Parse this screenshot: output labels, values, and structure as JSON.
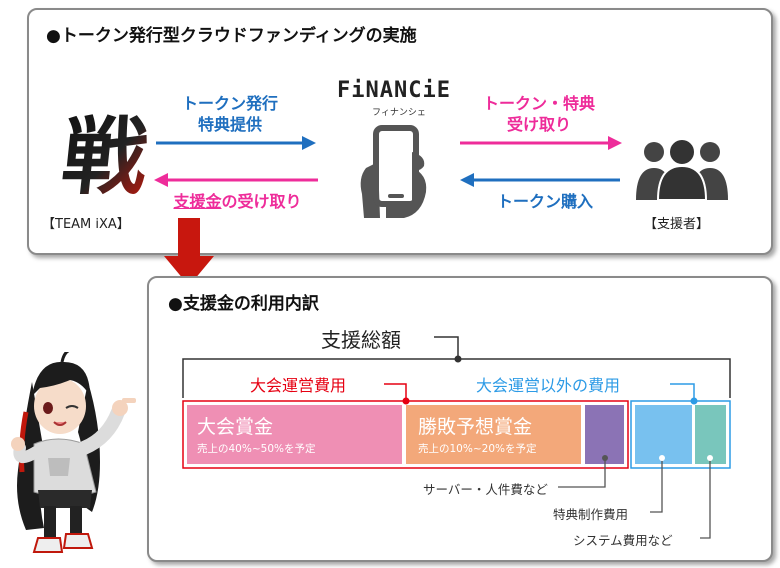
{
  "top": {
    "title": "●トークン発行型クラウドファンディングの実施",
    "team_label": "【TEAM iXA】",
    "team_logo_char": "戦",
    "brand": "FiNANCiE",
    "brand_kana": "フィナンシェ",
    "supporter_label": "【支援者】",
    "arrow_issue": [
      "トークン発行",
      "特典提供"
    ],
    "arrow_receive_prefix": "支援金",
    "arrow_receive_suffix": "の受け取り",
    "arrow_token_benefit": [
      "トークン・特典",
      "受け取り"
    ],
    "arrow_buy": "トークン購入"
  },
  "bottom": {
    "title": "●支援金の利用内訳",
    "total_label": "支援総額",
    "event_cost_label": "大会運営費用",
    "other_cost_label": "大会運営以外の費用",
    "segments": [
      {
        "name": "大会賞金",
        "note": "売上の40%~50%を予定",
        "share": [
          0.4,
          0.5
        ],
        "color": "#ef8fb4"
      },
      {
        "name": "勝敗予想賞金",
        "note": "売上の10%~20%を予定",
        "share": [
          0.1,
          0.2
        ],
        "color": "#f3a87a"
      },
      {
        "name": "",
        "note": "",
        "color": "#8b73b5"
      },
      {
        "name": "",
        "note": "",
        "color": "#78c1ef"
      },
      {
        "name": "",
        "note": "",
        "color": "#79c6bc"
      }
    ],
    "callouts": [
      "サーバー・人件費など",
      "特典制作費用",
      "システム費用など"
    ]
  },
  "colors": {
    "blue": "#1f6fbf",
    "pink": "#ee2c9a",
    "red": "#e60012",
    "dark_red": "#c0180c",
    "light_blue": "#2d9be6"
  }
}
